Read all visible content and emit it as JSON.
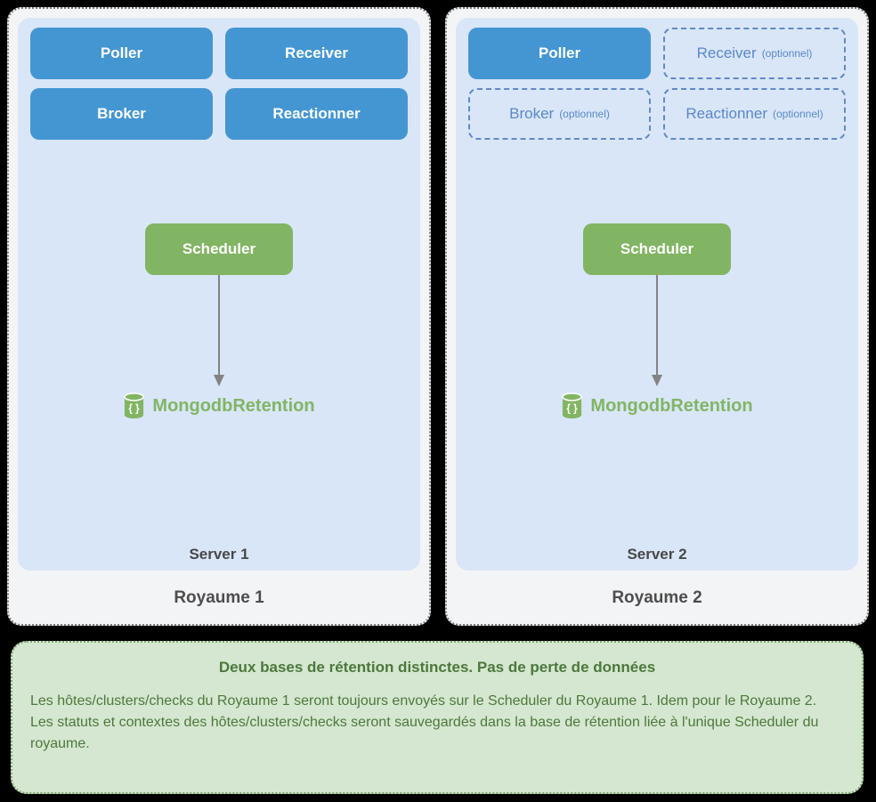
{
  "colors": {
    "page_bg": "#000000",
    "royaume_panel_bg": "#f3f4f6",
    "royaume_panel_border": "#7a7a7a",
    "server_bg": "#d9e6f8",
    "daemon_blue": "#4496d3",
    "daemon_dashed_border": "#6189c7",
    "daemon_dashed_text": "#5a87c9",
    "scheduler_green": "#82b563",
    "arrow_gray": "#838383",
    "retention_green": "#82b563",
    "label_dark": "#4d4d4d",
    "info_bg": "#d5e7d0",
    "info_border": "#7fa771",
    "info_text": "#4c783c"
  },
  "royaumes": [
    {
      "title": "Royaume 1",
      "server_label": "Server 1",
      "daemons": [
        {
          "label": "Poller"
        },
        {
          "label": "Receiver"
        },
        {
          "label": "Broker"
        },
        {
          "label": "Reactionner"
        }
      ],
      "scheduler_label": "Scheduler",
      "retention_label": "MongodbRetention"
    },
    {
      "title": "Royaume 2",
      "server_label": "Server 2",
      "daemons": [
        {
          "label": "Poller"
        },
        {
          "label": "Receiver",
          "optional_label": "(optionnel)"
        },
        {
          "label": "Broker",
          "optional_label": "(optionnel)"
        },
        {
          "label": "Reactionner",
          "optional_label": "(optionnel)"
        }
      ],
      "scheduler_label": "Scheduler",
      "retention_label": "MongodbRetention"
    }
  ],
  "info_panel": {
    "title": "Deux bases de rétention distinctes. Pas de perte de données",
    "lines": [
      "Les hôtes/clusters/checks du Royaume 1 seront toujours envoyés sur le Scheduler du Royaume 1. Idem pour le Royaume 2.",
      "Les statuts et contextes des hôtes/clusters/checks seront sauvegardés dans la base de rétention liée à l'unique Scheduler du royaume."
    ]
  }
}
